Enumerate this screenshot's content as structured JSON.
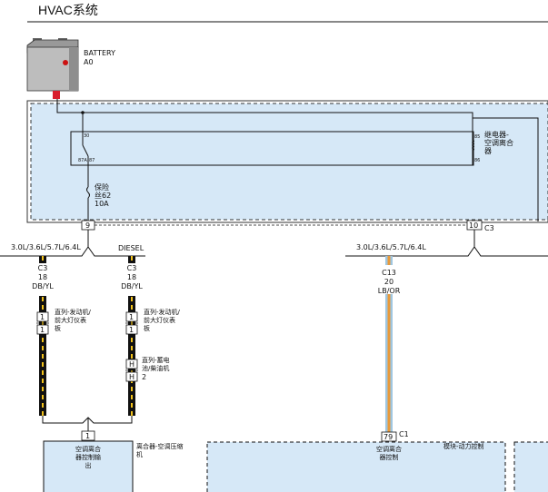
{
  "header": {
    "title": "HVAC系统"
  },
  "battery": {
    "name": "BATTERY",
    "code": "A0"
  },
  "relay": {
    "label_lines": [
      "继电器-",
      "空调离合",
      "器"
    ],
    "pin_85": "85",
    "pin_86": "86",
    "pin_30": "30",
    "pin_87a": "87A",
    "pin_87": "87"
  },
  "fuse": {
    "label_lines": [
      "保险",
      "丝62",
      "10A"
    ]
  },
  "connectors": {
    "c3_pin_9": "9",
    "c3_pin_10": "10",
    "c3_name": "C3"
  },
  "branches": {
    "left": {
      "engine": "3.0L/3.6L/5.7L/6.4L",
      "c": "C3",
      "gauge": "18",
      "color": "DB/YL"
    },
    "diesel": {
      "engine": "DIESEL",
      "c": "C3",
      "gauge": "18",
      "color": "DB/YL"
    },
    "right": {
      "engine": "3.0L/3.6L/5.7L/6.4L",
      "c": "C13",
      "gauge": "20",
      "color": "LB/OR"
    }
  },
  "inline_connectors": {
    "left_1": {
      "pin_top": "1",
      "pin_bottom": "1",
      "label_lines": [
        "直列-发动机/",
        "前大灯仪表",
        "板"
      ]
    },
    "diesel_1": {
      "pin_top": "1",
      "pin_bottom": "1",
      "label_lines": [
        "直列-发动机/",
        "前大灯仪表",
        "板"
      ]
    },
    "diesel_h": {
      "pin_top": "H",
      "pin_bottom": "H",
      "extra": "2",
      "label_lines": [
        "直列-蓄电",
        "池/柴油机"
      ]
    }
  },
  "bottom": {
    "left_pin": "1",
    "left_box_lines": [
      "空调离合",
      "器控制输",
      "出"
    ],
    "left_side_lines": [
      "离合器-空调压缩",
      "机"
    ],
    "mid_pin": "79",
    "mid_conn": "C1",
    "mid_box_lines": [
      "空调离合",
      "器控制"
    ],
    "mid_side": "模块-动力控制"
  },
  "colors": {
    "module_fill": "#d6e8f7",
    "wire_black": "#111111",
    "wire_yellow": "#f2c21b",
    "wire_lightblue": "#9fc6e0",
    "wire_orange": "#e89a3a",
    "battery_red": "#d81e2c"
  }
}
